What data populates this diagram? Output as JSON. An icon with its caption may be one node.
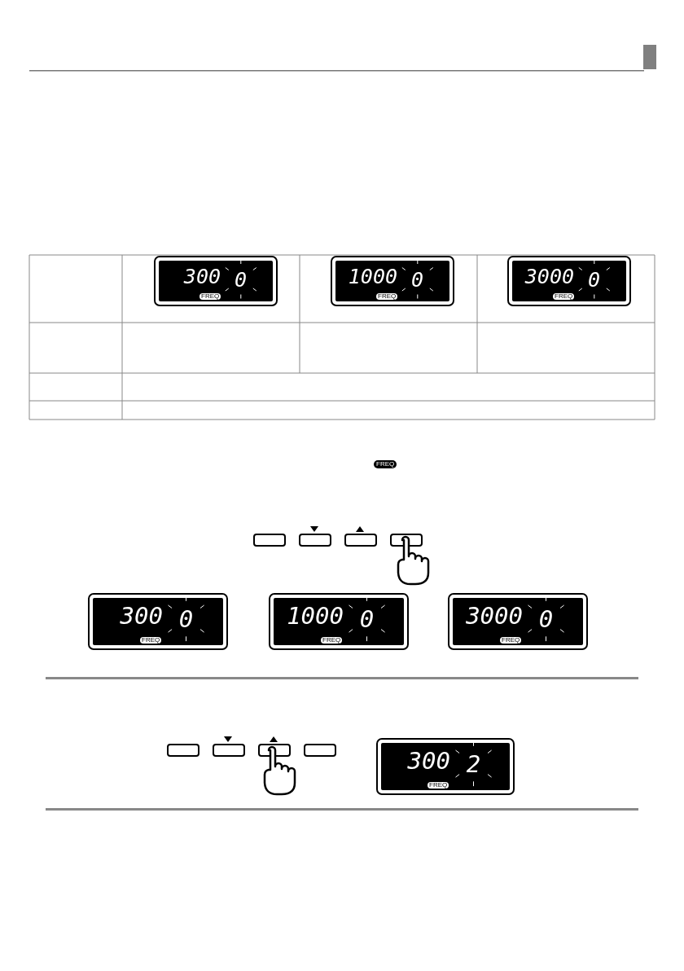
{
  "diagram": {
    "nodes": [
      {
        "text": [
          "300",
          "0",
          "FREQ"
        ]
      },
      {
        "text": [
          "1000",
          "0",
          "FREQ"
        ]
      },
      {
        "text": [
          "3000",
          "0",
          "FREQ"
        ]
      },
      {
        "text": [
          "300",
          "0",
          "FREQ"
        ]
      },
      {
        "text": [
          "1000",
          "0",
          "FREQ"
        ]
      },
      {
        "text": [
          "3000",
          "0",
          "FREQ"
        ]
      },
      {
        "text": [
          "300",
          "2",
          "FREQ"
        ]
      }
    ],
    "labels": [
      "FREQ"
    ]
  }
}
